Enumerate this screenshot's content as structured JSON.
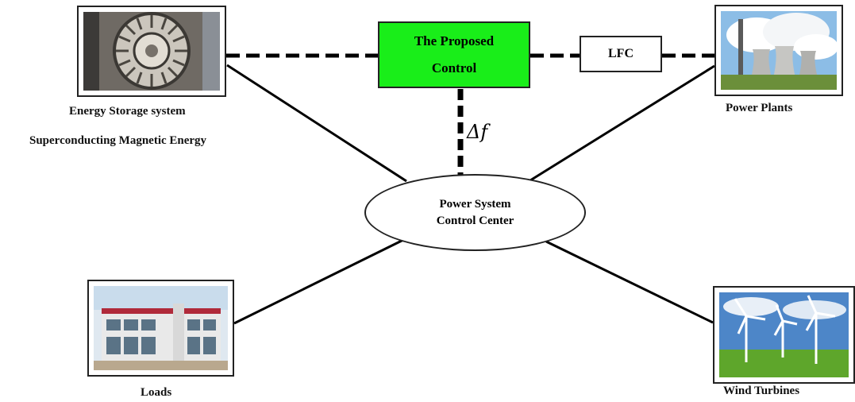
{
  "nodes": {
    "proposed_control": {
      "line1": "The Proposed",
      "line2": "Control"
    },
    "lfc": {
      "label": "LFC"
    },
    "control_center": {
      "line1": "Power System",
      "line2": "Control Center"
    },
    "energy_storage": {
      "label1": "Energy Storage system",
      "label2": "Superconducting Magnetic Energy",
      "icon": "smes-coil-icon"
    },
    "power_plants": {
      "label": "Power Plants",
      "icon": "power-plant-icon"
    },
    "loads": {
      "label": "Loads",
      "icon": "building-icon"
    },
    "wind_turbines": {
      "label": "Wind Turbines",
      "icon": "wind-turbine-icon"
    }
  },
  "signal": {
    "delta_f": "Δf"
  },
  "colors": {
    "proposed_fill": "#19ee19",
    "line": "#000000"
  }
}
